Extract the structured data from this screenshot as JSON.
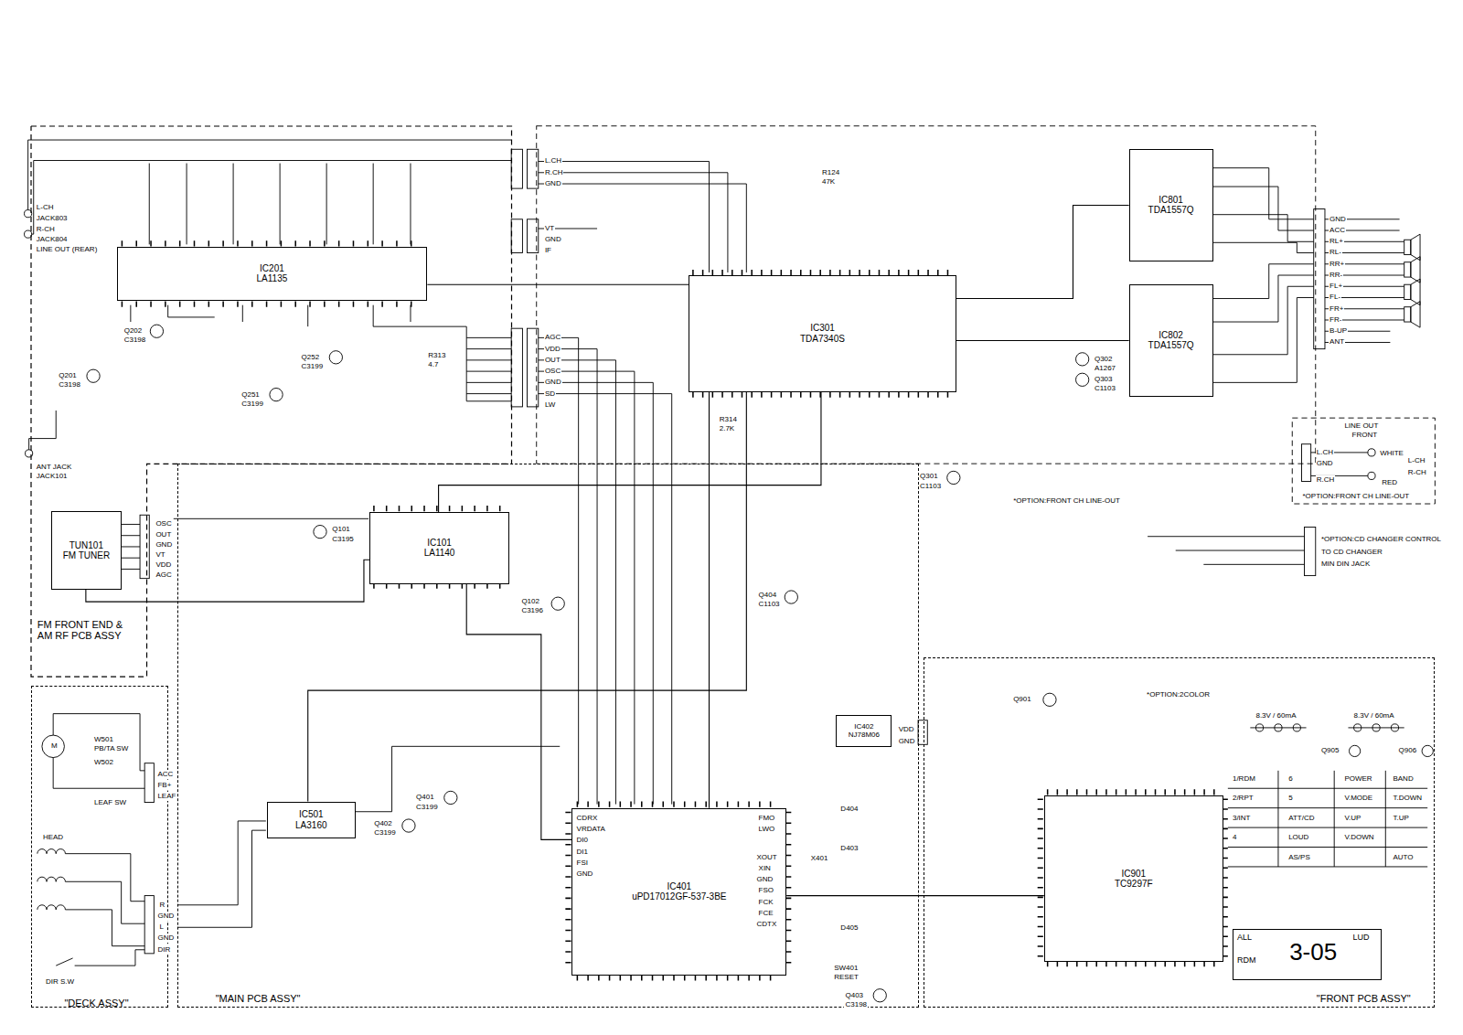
{
  "diagram": {
    "nodes": [
      {
        "text": [
          "FM FRONT END & AM RF PCB ASSY"
        ]
      },
      {
        "text": [
          "IC201",
          "LA1135"
        ],
        "in": 0
      },
      {
        "text": [
          "TUN101",
          "FM TUNER"
        ],
        "in": 0
      },
      {
        "text": [
          "\"MAIN PCB ASSY\""
        ]
      },
      {
        "text": [
          "IC101",
          "LA1140"
        ],
        "in": 3
      },
      {
        "text": [
          "IC401",
          "uPD17012GF-537-3BE"
        ],
        "in": 3
      },
      {
        "text": [
          "IC501",
          "LA3160"
        ],
        "in": 3
      },
      {
        "text": [
          "IC301",
          "TDA7340S"
        ]
      },
      {
        "text": [
          "IC801",
          "TDA1557Q"
        ]
      },
      {
        "text": [
          "IC802",
          "TDA1557Q"
        ]
      },
      {
        "text": [
          "\"DECK ASSY\""
        ]
      },
      {
        "text": [
          "\"FRONT PCB ASSY\""
        ]
      },
      {
        "text": [
          "IC901",
          "TC9297F"
        ],
        "in": 11
      },
      {
        "text": [
          "IC402",
          "NJ78M06"
        ],
        "in": 3
      },
      {
        "text": [
          "ALL",
          "RDM",
          "3-05",
          "LUD"
        ],
        "in": 11
      }
    ],
    "edges": [
      {
        "from": 2,
        "to": 4,
        "arrow": "none"
      },
      {
        "from": 1,
        "to": 7,
        "arrow": "none"
      },
      {
        "from": 4,
        "to": 7,
        "arrow": "none"
      },
      {
        "from": 7,
        "to": 8,
        "arrow": "none"
      },
      {
        "from": 7,
        "to": 9,
        "arrow": "none"
      },
      {
        "from": 5,
        "to": 7,
        "arrow": "none"
      },
      {
        "from": 6,
        "to": 7,
        "arrow": "none"
      },
      {
        "from": 5,
        "to": 12,
        "arrow": "none"
      },
      {
        "from": 5,
        "to": 4,
        "arrow": "none"
      }
    ],
    "labels": [
      "L-CH",
      "JACK803",
      "R-CH",
      "JACK804",
      "LINE OUT (REAR)",
      "ANT JACK",
      "L.CH",
      "R.CH",
      "GND",
      "VT",
      "GND",
      "IF",
      "AGC",
      "VDD",
      "OUT",
      "OSC",
      "GND",
      "SD",
      "LW",
      "OSC",
      "OUT",
      "GND",
      "VT",
      "VDD",
      "AGC",
      "GND",
      "ACC",
      "RL+",
      "RL-",
      "RR+",
      "RR-",
      "FL+",
      "FL-",
      "FR+",
      "FR-",
      "B-UP",
      "ANT",
      "LINE OUT",
      "FRONT",
      "L.CH",
      "GND",
      "R.CH",
      "WHITE",
      "L-CH",
      "RED",
      "R-CH",
      "*OPTION:FRONT CH LINE-OUT",
      "*OPTION:FRONT CH LINE-OUT",
      "*OPTION:CD CHANGER CONTROL",
      "TO CD CHANGER",
      "MIN DIN JACK",
      "M",
      "W501",
      "PB/TA SW",
      "W502",
      "LEAF SW",
      "HEAD",
      "DIR S.W",
      "ACC",
      "FB+",
      "LEAF",
      "R",
      "GND",
      "L",
      "GND",
      "DIR",
      "VDD",
      "GND",
      "*OPTION:2COLOR",
      "1/RDM",
      "2/RPT",
      "3/INT",
      "4",
      "6",
      "5",
      "ATT/CD",
      "LOUD",
      "AS/PS",
      "POWER",
      "V.MODE",
      "V.UP",
      "V.DOWN",
      "BAND",
      "T.DOWN",
      "T.UP",
      "AUTO",
      "8.3V / 60mA",
      "8.3V / 60mA",
      "SW401",
      "RESET",
      "CDRX",
      "VRDATA",
      "DI0",
      "DI1",
      "FSI",
      "GND",
      "FMO",
      "LWO",
      "XOUT",
      "XIN",
      "GND",
      "FSO",
      "FCK",
      "FCE",
      "CDTX",
      "Q201",
      "C3198",
      "Q202",
      "C3198",
      "Q251",
      "C3199",
      "Q252",
      "C3199",
      "Q101",
      "C3195",
      "Q102",
      "C3196",
      "Q401",
      "C3199",
      "Q402",
      "C3199",
      "Q404",
      "C1103",
      "Q403",
      "C3198",
      "Q302",
      "A1267",
      "Q303",
      "C1103",
      "Q301",
      "C1103",
      "R124",
      "47K",
      "R313",
      "4.7",
      "R314",
      "2.7K",
      "X401",
      "D404",
      "D403",
      "D405",
      "Q901",
      "Q905",
      "Q906",
      "JACK101"
    ]
  }
}
